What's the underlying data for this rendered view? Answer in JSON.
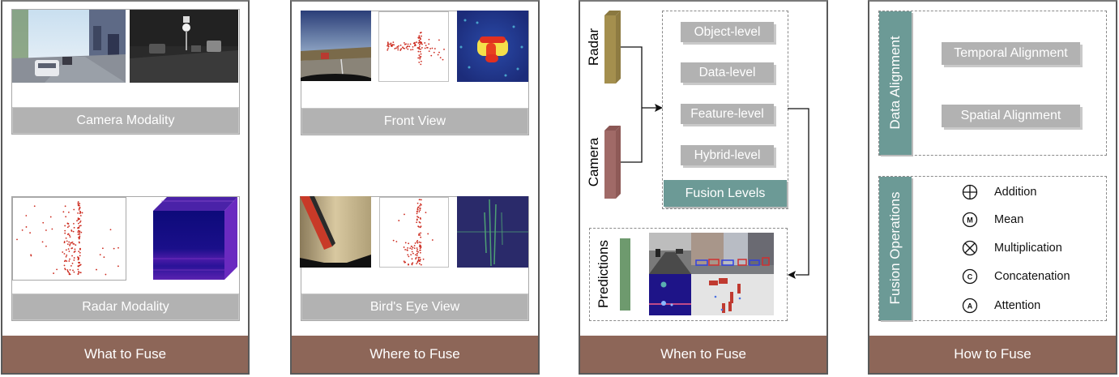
{
  "panels": {
    "what": {
      "footer": "What to Fuse",
      "camera_label": "Camera Modality",
      "radar_label": "Radar Modality",
      "images": [
        "street-daylight-camera-image",
        "night-infrared-camera-image",
        "radar-point-cloud-scatter",
        "radar-tensor-cube"
      ]
    },
    "where": {
      "footer": "Where to Fuse",
      "front_label": "Front View",
      "bev_label": "Bird's Eye View",
      "images": [
        "highway-front-camera-image",
        "front-view-radar-points",
        "front-view-range-azimuth-heatmap",
        "bev-camera-image",
        "bev-radar-points",
        "bev-radar-heatmap"
      ]
    },
    "when": {
      "footer": "When to Fuse",
      "inputs": [
        {
          "label": "Radar",
          "color": "#a48f4e"
        },
        {
          "label": "Camera",
          "color": "#a06a67"
        }
      ],
      "levels": [
        "Object-level",
        "Data-level",
        "Feature-level",
        "Hybrid-level"
      ],
      "levels_title": "Fusion Levels",
      "predictions_label": "Predictions",
      "predictions_bar_color": "#6e9a6e",
      "prediction_images": [
        "camera-detection-snow",
        "camera-detection-city-boxes",
        "radar-heatmap-detection",
        "bev-box-predictions"
      ]
    },
    "how": {
      "footer": "How to Fuse",
      "alignment_title": "Data Alignment",
      "alignments": [
        "Temporal Alignment",
        "Spatial Alignment"
      ],
      "operations_title": "Fusion Operations",
      "operations": [
        {
          "icon": "addition-icon",
          "symbol": "+",
          "label": "Addition"
        },
        {
          "icon": "mean-icon",
          "symbol": "M",
          "label": "Mean"
        },
        {
          "icon": "multiplication-icon",
          "symbol": "×",
          "label": "Multiplication"
        },
        {
          "icon": "concatenation-icon",
          "symbol": "C",
          "label": "Concatenation"
        },
        {
          "icon": "attention-icon",
          "symbol": "A",
          "label": "Attention"
        }
      ]
    }
  },
  "colors": {
    "footer": "#8d6658",
    "grey_box": "#b2b2b2",
    "teal": "#6c9a96",
    "radar_point": "#cc2a1e"
  }
}
